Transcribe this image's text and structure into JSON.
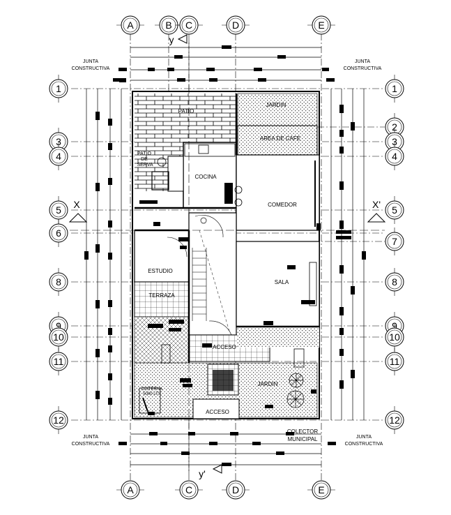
{
  "grid": {
    "top_letters": [
      "A",
      "B",
      "C",
      "D",
      "E"
    ],
    "bottom_letters": [
      "A",
      "C",
      "D",
      "E"
    ],
    "left_numbers": [
      "1",
      "3",
      "4",
      "5",
      "6",
      "8",
      "9",
      "10",
      "11",
      "12"
    ],
    "right_numbers": [
      "1",
      "2",
      "3",
      "4",
      "5",
      "7",
      "8",
      "9",
      "10",
      "11",
      "12"
    ]
  },
  "sections": {
    "x": "X",
    "x_prime": "X'",
    "y": "y",
    "y_prime": "y'"
  },
  "notes": {
    "junta_line1": "JUNTA",
    "junta_line2": "CONSTRUCTIVA",
    "colector_line1": "COLECTOR",
    "colector_line2": "MUNICIPAL"
  },
  "rooms": {
    "patio": "PATIO",
    "jardin_top": "JARDIN",
    "area_cafe": "AREA DE CAFE",
    "patio_servicio_1": "PATIO",
    "patio_servicio_2": "DE",
    "patio_servicio_3": "SERVA",
    "cocina": "COCINA",
    "comedor": "COMEDOR",
    "estudio": "ESTUDIO",
    "sala": "SALA",
    "terraza": "TERRAZA",
    "acceso_mid": "ACCESO",
    "jardin_bottom": "JARDIN",
    "cisterna_1": "CISTERNA",
    "cisterna_2": "5000 LTS",
    "acceso_bottom": "ACCESO"
  }
}
